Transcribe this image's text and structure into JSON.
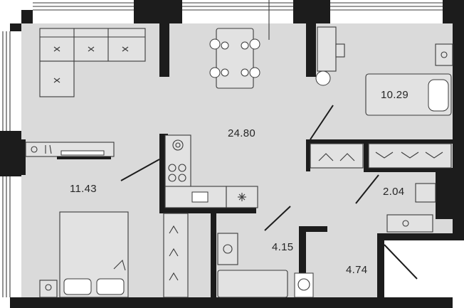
{
  "plan": {
    "rooms": [
      {
        "id": "living-kitchen",
        "area": "24.80"
      },
      {
        "id": "bedroom",
        "area": "11.43"
      },
      {
        "id": "bathroom",
        "area": "10.29"
      },
      {
        "id": "toilet",
        "area": "2.04"
      },
      {
        "id": "shower-room",
        "area": "4.15"
      },
      {
        "id": "hallway",
        "area": "4.74"
      }
    ]
  }
}
